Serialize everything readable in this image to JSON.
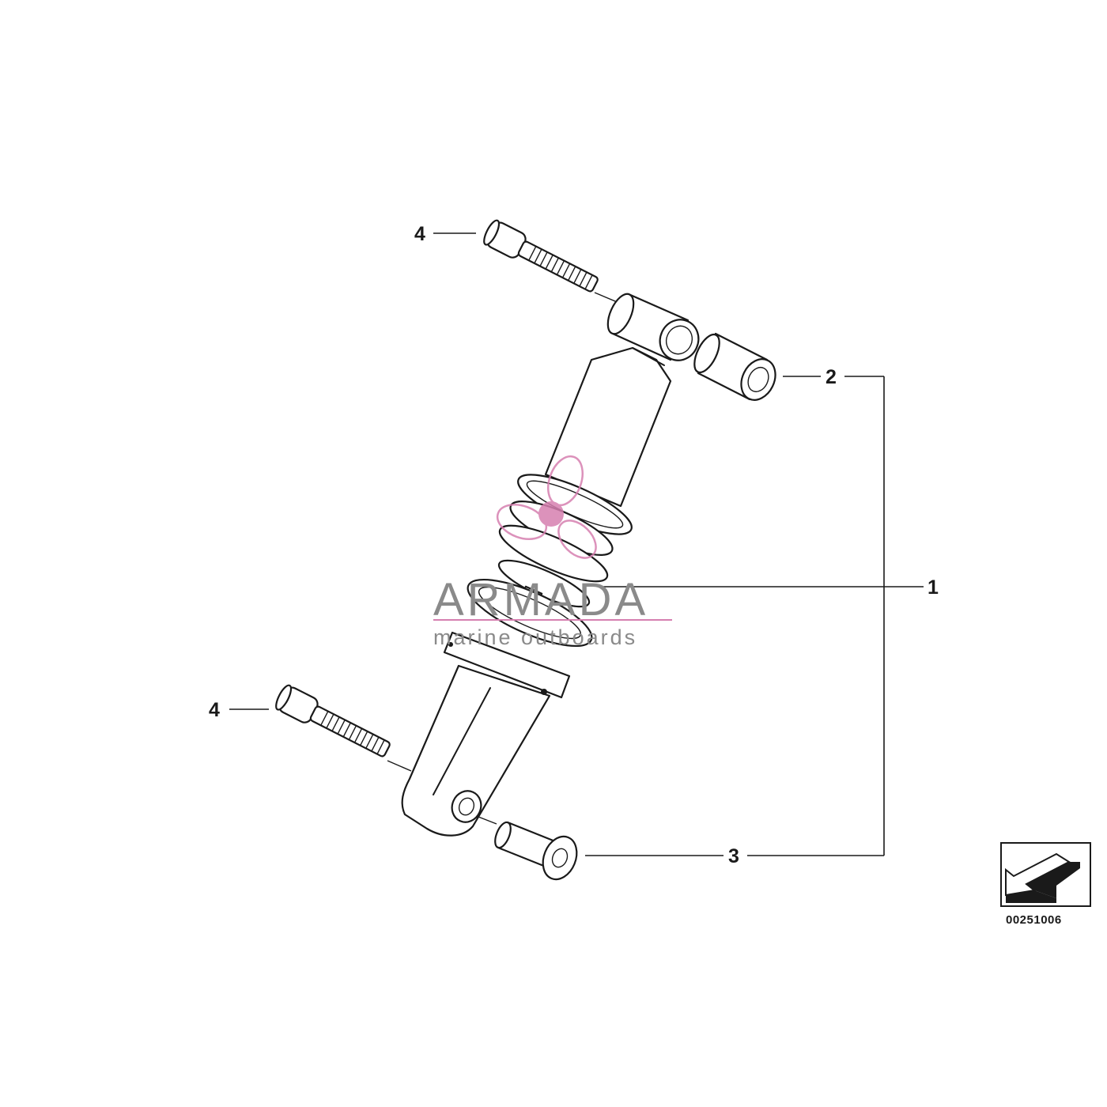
{
  "callouts": {
    "part1": "1",
    "part2": "2",
    "part3": "3",
    "part4_top": "4",
    "part4_bottom": "4"
  },
  "reference_number": "00251006",
  "watermark": {
    "title": "ARMADA",
    "subtitle": "marine outboards",
    "accent_color": "#d67fb0",
    "text_color": "#8a8a8a"
  },
  "colors": {
    "line": "#1a1a1a",
    "background": "#ffffff"
  },
  "icons": [
    "orientation-arrow-icon",
    "propeller-logo-icon"
  ]
}
